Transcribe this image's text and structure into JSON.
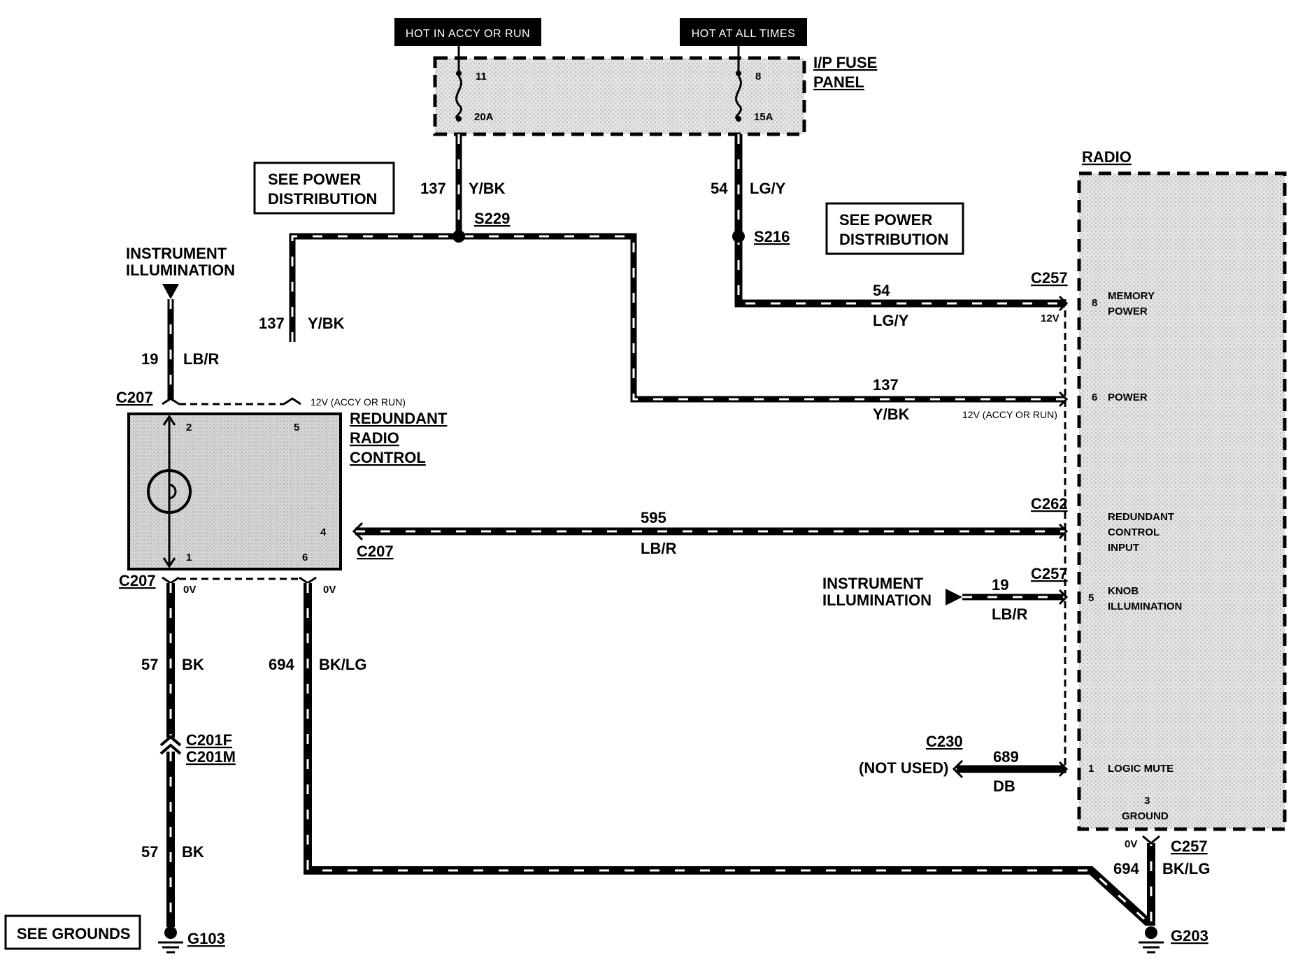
{
  "banners": {
    "hot_accy_run": "HOT IN ACCY OR RUN",
    "hot_all_times": "HOT AT ALL TIMES"
  },
  "fuse_panel": {
    "title_line1": "I/P FUSE",
    "title_line2": "PANEL",
    "fuse_left_num": "11",
    "fuse_left_amp": "20A",
    "fuse_right_num": "8",
    "fuse_right_amp": "15A"
  },
  "see_power_left": {
    "line1": "SEE POWER",
    "line2": "DISTRIBUTION"
  },
  "see_power_right": {
    "line1": "SEE POWER",
    "line2": "DISTRIBUTION"
  },
  "see_grounds": "SEE GROUNDS",
  "wires": {
    "w137_top_num": "137",
    "w137_top_color": "Y/BK",
    "w54_top_num": "54",
    "w54_top_color": "LG/Y",
    "w137_left_num": "137",
    "w137_left_color": "Y/BK",
    "w19_left_num": "19",
    "w19_left_color": "LB/R",
    "w54_h_num": "54",
    "w54_h_color": "LG/Y",
    "w137_h_num": "137",
    "w137_h_color": "Y/BK",
    "w595_num": "595",
    "w595_color": "LB/R",
    "w19_right_num": "19",
    "w19_right_color": "LB/R",
    "w689_num": "689",
    "w689_color": "DB",
    "w57_upper_num": "57",
    "w57_upper_color": "BK",
    "w57_lower_num": "57",
    "w57_lower_color": "BK",
    "w694_left_num": "694",
    "w694_left_color": "BK/LG",
    "w694_right_num": "694",
    "w694_right_color": "BK/LG"
  },
  "splices": {
    "s229": "S229",
    "s216": "S216"
  },
  "connectors": {
    "c207_top": "C207",
    "c207_mid": "C207",
    "c207_bottom": "C207",
    "c257_memory": "C257",
    "c262": "C262",
    "c257_knob": "C257",
    "c230": "C230",
    "c201f": "C201F",
    "c201m": "C201M",
    "c257_ground": "C257"
  },
  "grounds": {
    "g103": "G103",
    "g203": "G203"
  },
  "instrument_illum_left": {
    "line1": "INSTRUMENT",
    "line2": "ILLUMINATION"
  },
  "instrument_illum_right": {
    "line1": "INSTRUMENT",
    "line2": "ILLUMINATION"
  },
  "redundant_control": {
    "title_line1": "REDUNDANT",
    "title_line2": "RADIO",
    "title_line3": "CONTROL",
    "pin2": "2",
    "pin5": "5",
    "pin4": "4",
    "pin1": "1",
    "pin6": "6",
    "voltage_pin5": "12V (ACCY OR RUN)",
    "voltage_pin1": "0V",
    "voltage_pin6": "0V"
  },
  "radio": {
    "title": "RADIO",
    "pin8": "8",
    "pin8_line1": "MEMORY",
    "pin8_line2": "POWER",
    "pin8_volt": "12V",
    "pin6": "6",
    "pin6_label": "POWER",
    "pin6_volt": "12V (ACCY OR RUN)",
    "redundant_line1": "REDUNDANT",
    "redundant_line2": "CONTROL",
    "redundant_line3": "INPUT",
    "pin5": "5",
    "knob_line1": "KNOB",
    "knob_line2": "ILLUMINATION",
    "pin1": "1",
    "logic_mute": "LOGIC MUTE",
    "pin3": "3",
    "ground_label": "GROUND",
    "ground_volt": "0V"
  },
  "not_used": "(NOT USED)"
}
